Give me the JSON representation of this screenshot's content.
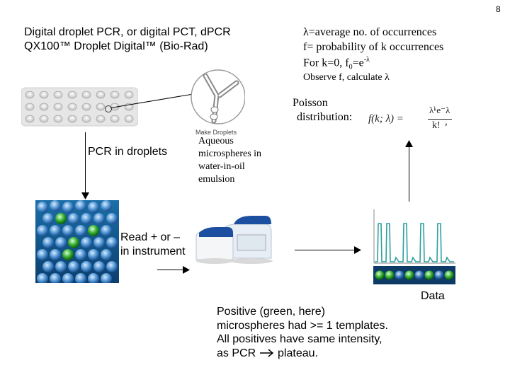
{
  "slide": {
    "page_number": "8",
    "title_line1": "Digital droplet PCR, or digital PCT, dPCR",
    "title_line2": "QX100™ Droplet Digital™ (Bio-Rad)",
    "lambda_def": "λ=average no. of occurrences",
    "f_def": "f= probability of k occurrences",
    "k0_prefix": "For k=0, f",
    "k0_sub": "0",
    "k0_suffix": "=e",
    "k0_sup": "-λ",
    "observe": "Observe f, calculate λ",
    "poisson_line1": "Poisson",
    "poisson_line2": "distribution:",
    "make_droplets": "Make Droplets",
    "pcr_in_droplets": "PCR in droplets",
    "aqueous_line1": "Aqueous",
    "aqueous_line2": "microspheres in",
    "aqueous_line3": "water-in-oil",
    "aqueous_line4": "emulsion",
    "read_line1": "Read + or –",
    "read_line2": "in instrument",
    "data_label": "Data",
    "positive_line1": "Positive (green, here)",
    "positive_line2": "microspheres had >= 1 templates.",
    "positive_line3": "All positives have same intensity,",
    "positive_line4_prefix": "as PCR",
    "positive_line4_suffix": "plateau."
  },
  "formula": {
    "lhs": "f(k; λ) =",
    "numerator": "λᵏe⁻λ",
    "denominator": "k!",
    "trailing": ","
  }
}
